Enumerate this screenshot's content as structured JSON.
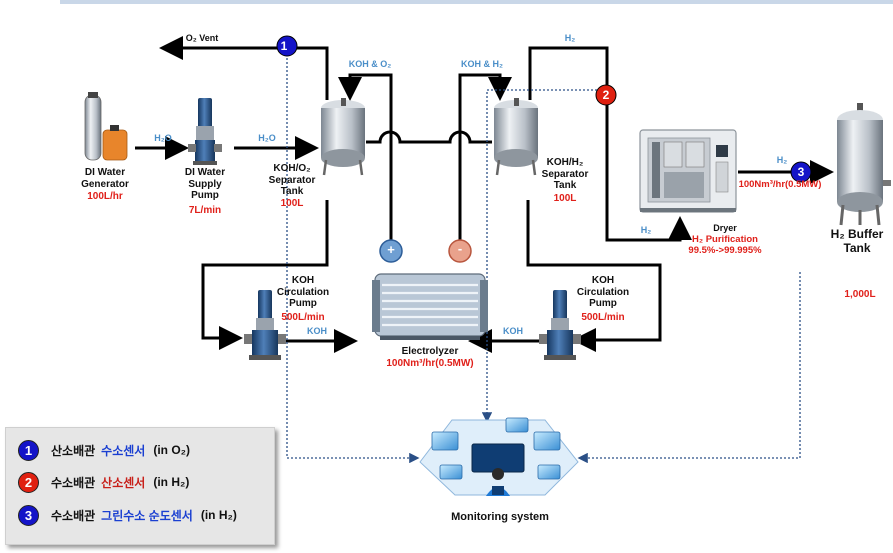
{
  "labels": {
    "o2_vent": "O₂ Vent",
    "h2_top": "H₂",
    "koh_o2": "KOH & O₂",
    "koh_h2": "KOH & H₂",
    "h2o_1": "H₂O",
    "h2o_2": "H₂O",
    "h2_dryer": "H₂",
    "h2_buffer_in": "H₂",
    "koh_left": "KOH",
    "koh_right": "KOH",
    "plus": "+",
    "minus": "-"
  },
  "components": {
    "di_generator": {
      "name": "DI Water\nGenerator",
      "spec": "100L/hr"
    },
    "di_pump": {
      "name": "DI Water\nSupply\nPump",
      "spec": "7L/min"
    },
    "o2_separator": {
      "name": "KOH/O₂\nSeparator\nTank",
      "spec": "100L"
    },
    "h2_separator": {
      "name": "KOH/H₂\nSeparator\nTank",
      "spec": "100L"
    },
    "dryer": {
      "name": "Dryer",
      "spec": "H₂ Purification\n99.5%->99.995%"
    },
    "buffer_tank": {
      "name": "H₂ Buffer\nTank",
      "spec": "1,000L"
    },
    "koh_pump_left": {
      "name": "KOH\nCirculation\nPump",
      "spec": "500L/min"
    },
    "koh_pump_right": {
      "name": "KOH\nCirculation\nPump",
      "spec": "500L/min"
    },
    "electrolyzer": {
      "name": "Electrolyzer",
      "spec": "100Nm³/hr(0.5MW)"
    },
    "buffer_flow": {
      "spec": "100Nm³/hr(0.5MW)"
    },
    "monitoring": {
      "name": "Monitoring system"
    }
  },
  "sensors": [
    {
      "num": "1",
      "color": "#1414c8"
    },
    {
      "num": "2",
      "color": "#e02010"
    },
    {
      "num": "3",
      "color": "#1414c8"
    }
  ],
  "legend": [
    {
      "num": "1",
      "color": "#1414c8",
      "pipe": "산소배관",
      "sensor": "수소센서",
      "sensor_color": "blue",
      "unit": "(in O₂)"
    },
    {
      "num": "2",
      "color": "#e02010",
      "pipe": "수소배관",
      "sensor": "산소센서",
      "sensor_color": "red",
      "unit": "(in H₂)"
    },
    {
      "num": "3",
      "color": "#1414c8",
      "pipe": "수소배관",
      "sensor": "그린수소 순도센서",
      "sensor_color": "blue",
      "unit": "(in H₂)"
    }
  ]
}
